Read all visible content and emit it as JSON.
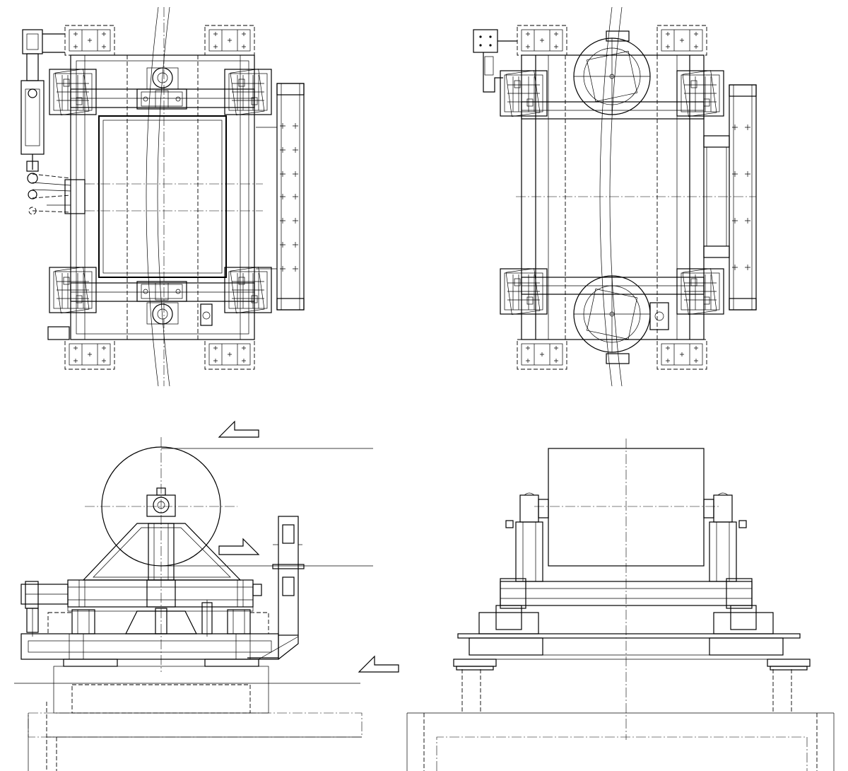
{
  "drawing": {
    "background_color": "#ffffff",
    "line_color": "#000000",
    "views": [
      {
        "id": "top-view-left",
        "label": ""
      },
      {
        "id": "top-view-right",
        "label": ""
      },
      {
        "id": "side-elevation",
        "label": ""
      },
      {
        "id": "front-elevation",
        "label": ""
      }
    ],
    "section_arrows": [
      "section-arrow-upper",
      "section-arrow-middle",
      "section-arrow-lower"
    ]
  }
}
